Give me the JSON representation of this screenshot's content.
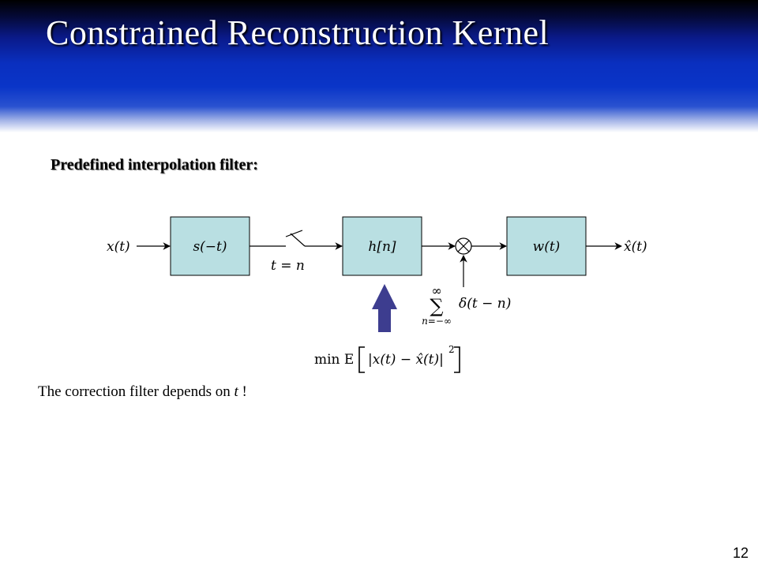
{
  "slide": {
    "title": "Constrained Reconstruction Kernel",
    "subtitle": "Predefined interpolation filter:",
    "note_prefix": "The correction filter depends on",
    "note_var": "t",
    "note_suffix": "!",
    "page_number": "12"
  },
  "diagram": {
    "input_label": "x(t)",
    "output_label": "x̂(t)",
    "sampler_label": "t = n",
    "blocks": [
      {
        "id": "prefilter",
        "label": "s(−t)"
      },
      {
        "id": "interp",
        "label": "h[n]"
      },
      {
        "id": "correction",
        "label": "w(t)"
      }
    ],
    "comb": {
      "sum_upper": "∞",
      "sum_symbol": "∑",
      "sum_lower": "n=−∞",
      "term": "δ(t − n)"
    },
    "criterion": {
      "prefix": "min E",
      "expr": "|x(t) − x̂(t)|",
      "power": "2"
    }
  },
  "colors": {
    "block_fill": "#b9dfe2",
    "block_stroke": "#000000",
    "arrow_fill": "#3d3d8f",
    "title_color": "#ffffff"
  }
}
